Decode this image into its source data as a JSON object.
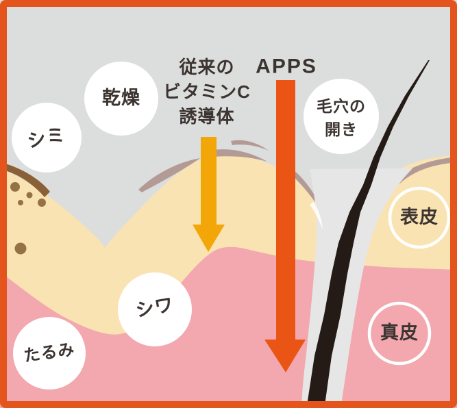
{
  "diagram": {
    "ink_style": "color:#3c3431",
    "colors": {
      "background": "#dcdddd",
      "frame": "#e4551e",
      "epidermis_layer": "#fae3b2",
      "dermis_layer": "#f2a8ae",
      "arrow_conventional": "#f3a608",
      "arrow_apps": "#ea5414",
      "hair": "#251b16",
      "follicle_channel": "#e6e6e7",
      "surface_lines": "#b49a94",
      "dark_spot_patch": "#8a6136",
      "spot_dots": "#957147",
      "bubble": "#ffffff",
      "ink": "#3c3431"
    },
    "arrows": {
      "conventional_label_lines": [
        "従来の",
        "ビタミンC",
        "誘導体"
      ],
      "apps_label": "APPS"
    },
    "bubbles": {
      "dryness": "乾燥",
      "spots": "シミ",
      "pores_line1": "毛穴の",
      "pores_line2": "開き",
      "wrinkles": "シワ",
      "sagging": "たるみ",
      "epidermis": "表皮",
      "dermis": "真皮"
    }
  }
}
